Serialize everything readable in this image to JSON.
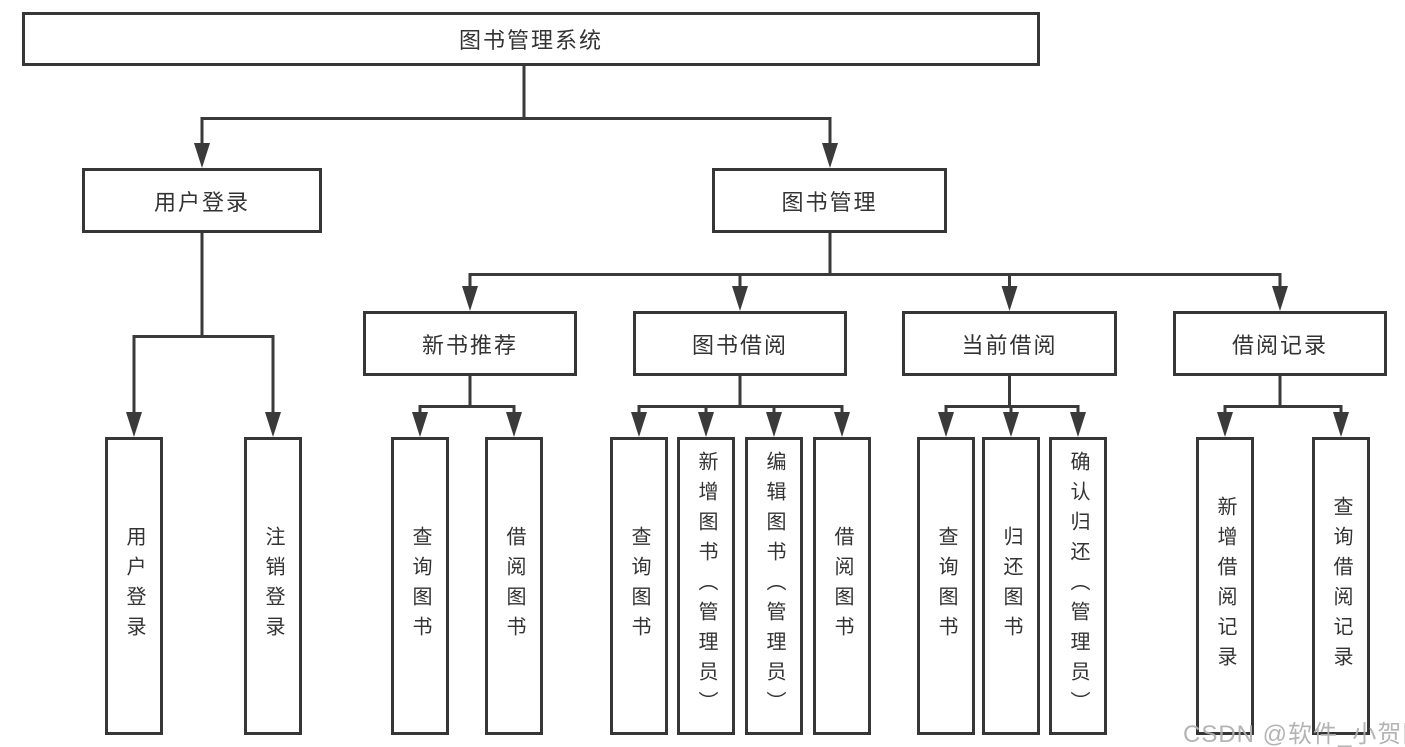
{
  "colors": {
    "background": "#ffffff",
    "line": "#3a3a3a",
    "box_border": "#363636",
    "text": "#333333",
    "watermark": "#b0b0b0"
  },
  "watermark": {
    "text": "CSDN @软件_小贺同学"
  },
  "tree": {
    "root": {
      "label": "图书管理系统"
    },
    "level2": [
      {
        "label": "用户登录",
        "parent": "图书管理系统"
      },
      {
        "label": "图书管理",
        "parent": "图书管理系统"
      }
    ],
    "level3": [
      {
        "label": "新书推荐",
        "parent": "图书管理"
      },
      {
        "label": "图书借阅",
        "parent": "图书管理"
      },
      {
        "label": "当前借阅",
        "parent": "图书管理"
      },
      {
        "label": "借阅记录",
        "parent": "图书管理"
      }
    ],
    "leaves": [
      {
        "label": "用户登录",
        "parent": "用户登录"
      },
      {
        "label": "注销登录",
        "parent": "用户登录"
      },
      {
        "label": "查询图书",
        "parent": "新书推荐"
      },
      {
        "label": "借阅图书",
        "parent": "新书推荐"
      },
      {
        "label": "查询图书",
        "parent": "图书借阅"
      },
      {
        "label": "新增图书（管理员）",
        "parent": "图书借阅"
      },
      {
        "label": "编辑图书（管理员）",
        "parent": "图书借阅"
      },
      {
        "label": "借阅图书",
        "parent": "图书借阅"
      },
      {
        "label": "查询图书",
        "parent": "当前借阅"
      },
      {
        "label": "归还图书",
        "parent": "当前借阅"
      },
      {
        "label": "确认归还（管理员）",
        "parent": "当前借阅"
      },
      {
        "label": "新增借阅记录",
        "parent": "借阅记录"
      },
      {
        "label": "查询借阅记录",
        "parent": "借阅记录"
      }
    ]
  }
}
